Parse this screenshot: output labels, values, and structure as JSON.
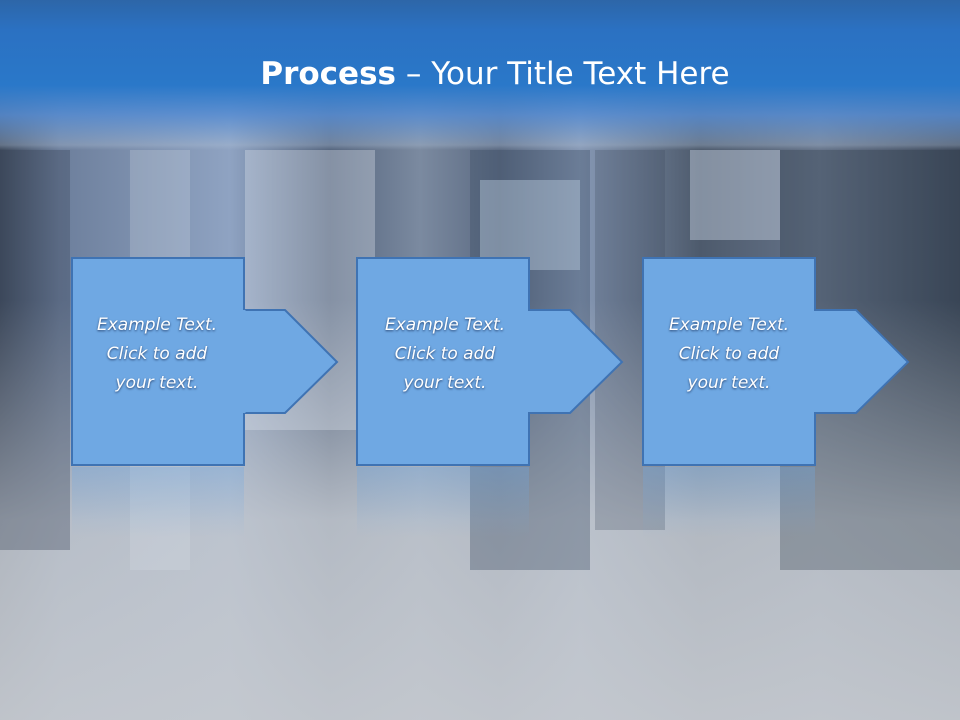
{
  "title": {
    "bold": "Process",
    "rest": " – Your Title Text Here"
  },
  "steps": [
    {
      "line1": "Example Text.",
      "line2": "Click  to add",
      "line3": "your text."
    },
    {
      "line1": "Example Text.",
      "line2": "Click  to add",
      "line3": "your text."
    },
    {
      "line1": "Example Text.",
      "line2": "Click  to add",
      "line3": "your text."
    }
  ],
  "colors": {
    "box_fill": "#6fa8e3",
    "box_stroke": "#3f73b3",
    "title_band": "#2a78c9"
  }
}
